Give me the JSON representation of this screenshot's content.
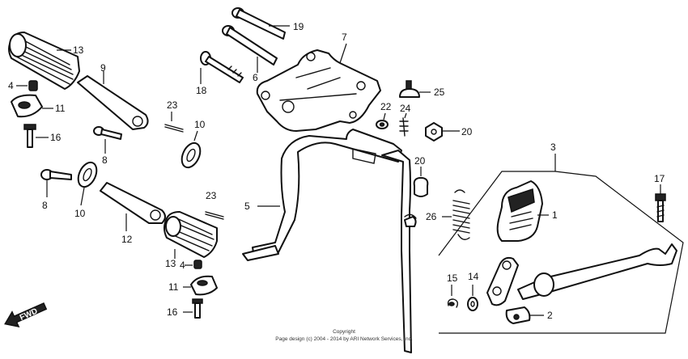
{
  "callouts": {
    "c1": "1",
    "c2": "2",
    "c3": "3",
    "c4a": "4",
    "c4b": "4",
    "c5": "5",
    "c6": "6",
    "c7": "7",
    "c8a": "8",
    "c8b": "8",
    "c9": "9",
    "c10a": "10",
    "c10b": "10",
    "c11a": "11",
    "c11b": "11",
    "c12": "12",
    "c13a": "13",
    "c13b": "13",
    "c14": "14",
    "c15": "15",
    "c16a": "16",
    "c16b": "16",
    "c17": "17",
    "c18": "18",
    "c19": "19",
    "c20a": "20",
    "c20b": "20",
    "c22": "22",
    "c23a": "23",
    "c23b": "23",
    "c24": "24",
    "c25": "25",
    "c26": "26"
  },
  "fwd_label": "FWD",
  "copyright": {
    "line1": "Copyright",
    "line2": "Page design (c) 2004 - 2014 by ARI Network Services, Inc."
  }
}
